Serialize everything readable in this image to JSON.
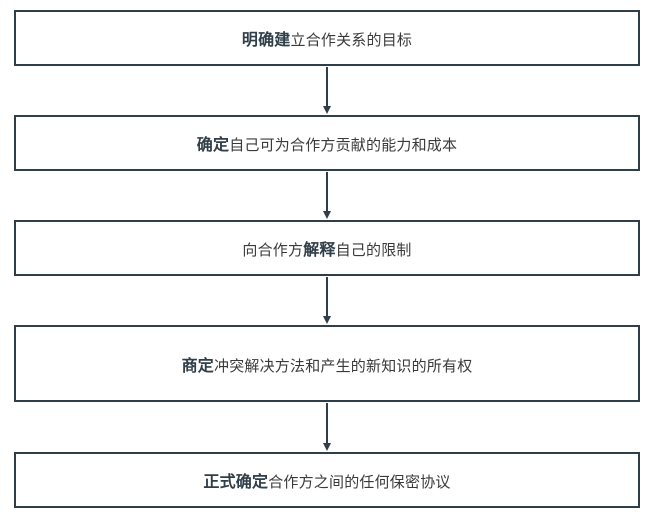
{
  "steps": [
    {
      "pre": "",
      "bold": "明确建",
      "post": "立合作关系的目标"
    },
    {
      "pre": "",
      "bold": "确定",
      "post": "自己可为合作方贡献的能力和成本"
    },
    {
      "pre": "向合作方",
      "bold": "解释",
      "post": "自己的限制"
    },
    {
      "pre": "",
      "bold": "商定",
      "post": "冲突解决方法和产生的新知识的所有权"
    },
    {
      "pre": "",
      "bold": "正式确定",
      "post": "合作方之间的任何保密协议"
    }
  ],
  "colors": {
    "border": "#2f3e48",
    "arrow": "#2f3e48"
  }
}
